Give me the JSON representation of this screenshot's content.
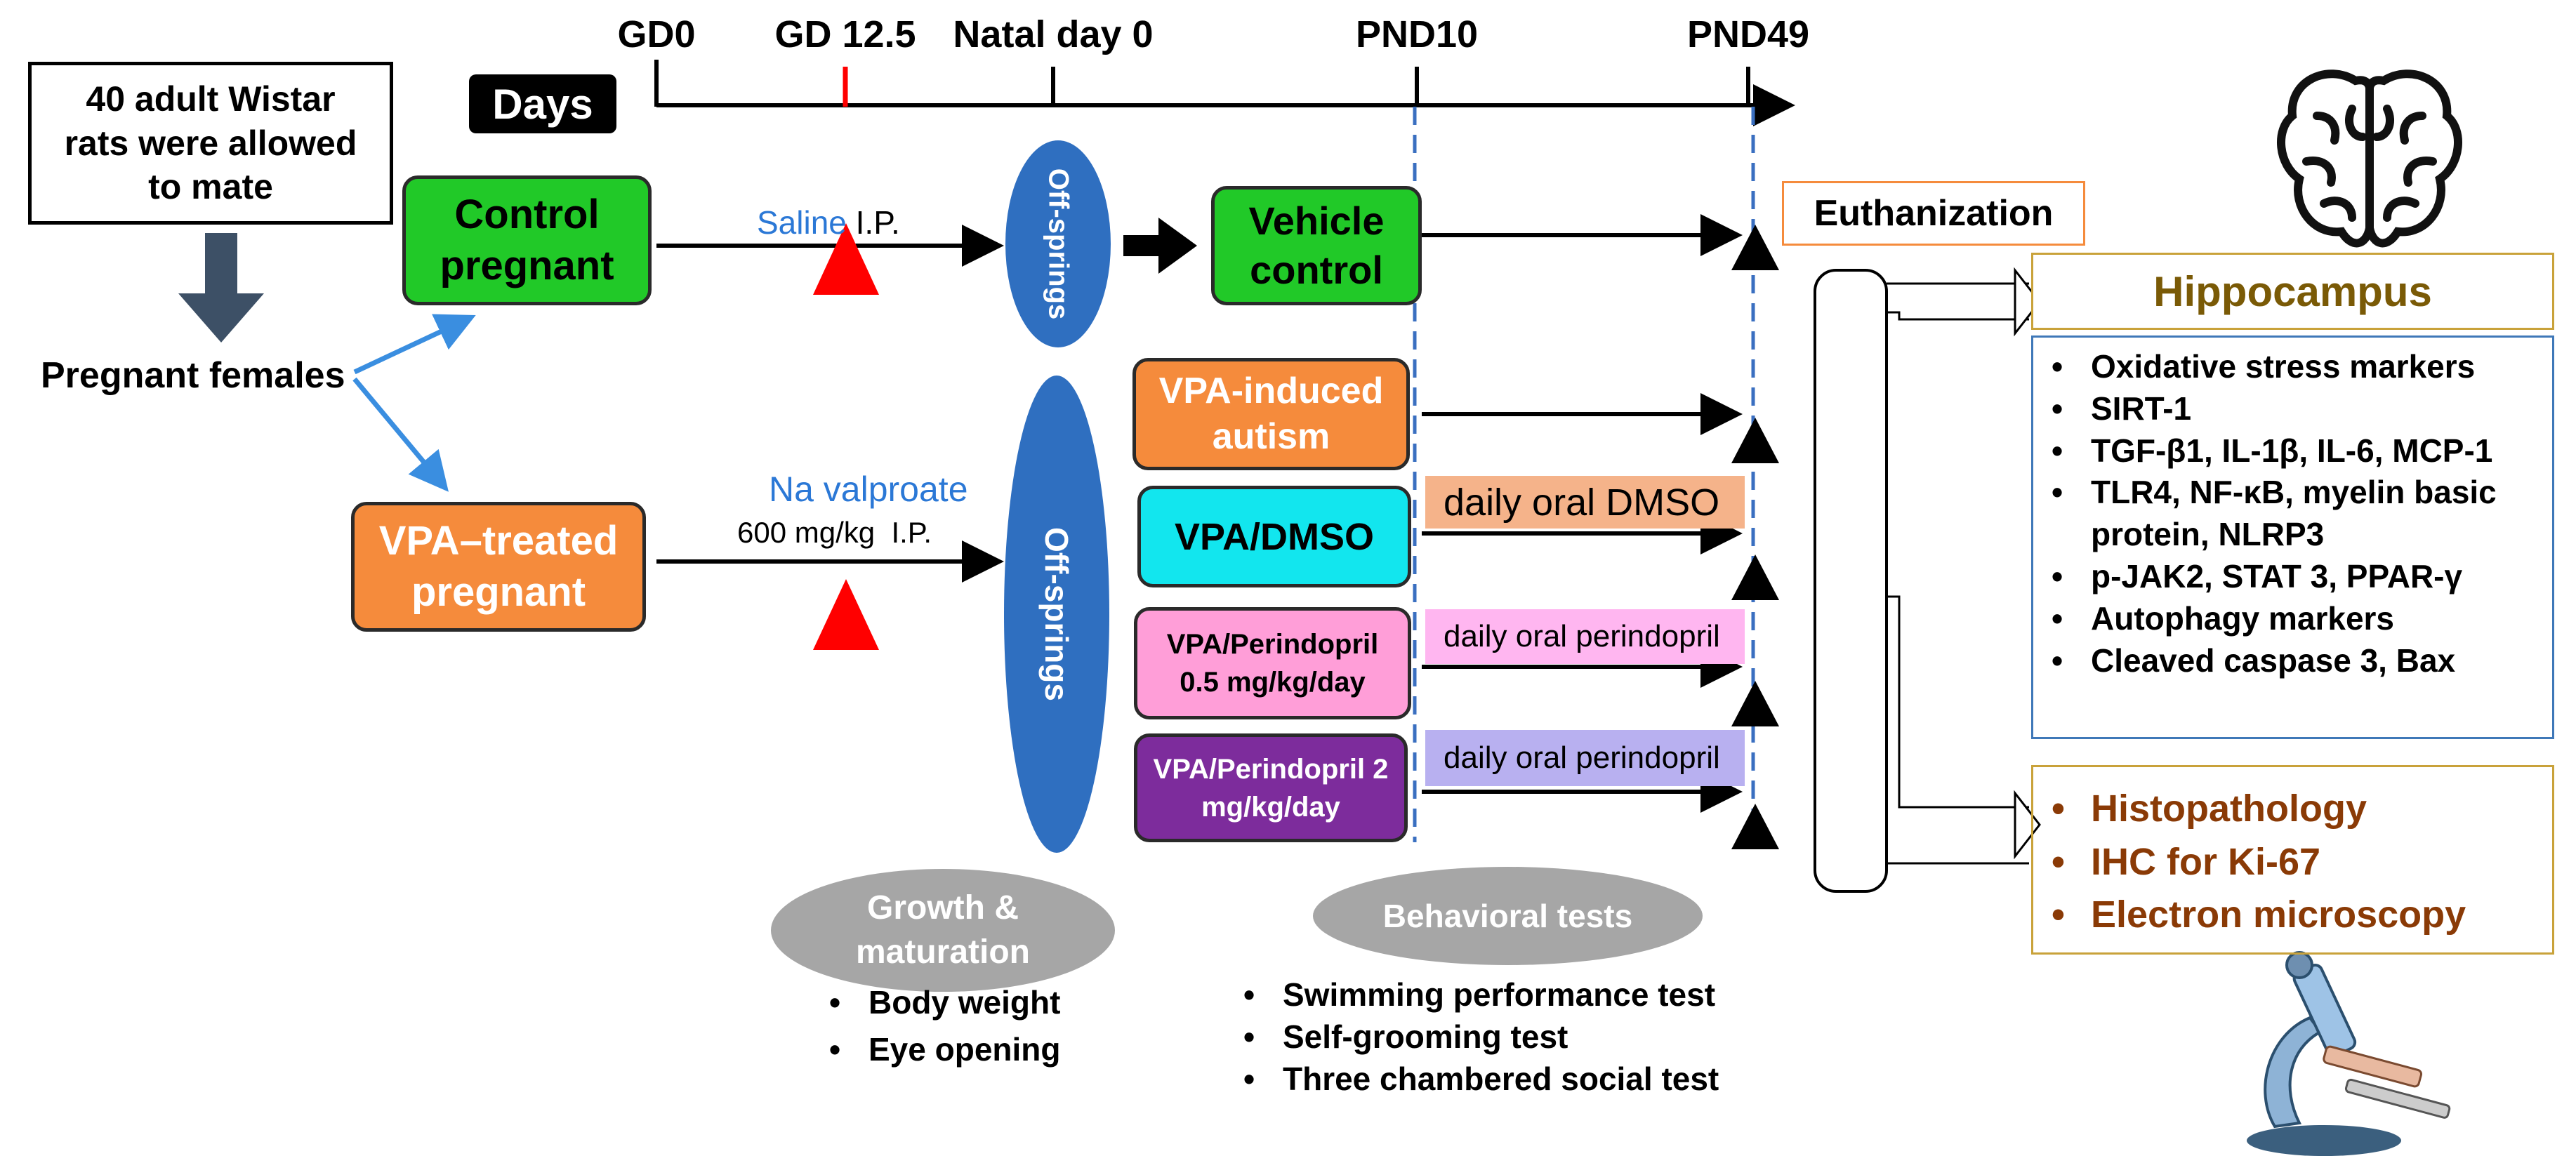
{
  "timeline": {
    "days_label": "Days",
    "ticks": [
      "GD0",
      "GD 12.5",
      "Natal day 0",
      "PND10",
      "PND49"
    ]
  },
  "start_box": "40 adult Wistar rats were allowed to mate",
  "pregnant_label": "Pregnant females",
  "control_pregnant": "Control pregnant",
  "vpa_pregnant": "VPA–treated pregnant",
  "saline": {
    "name": "Saline",
    "route": "I.P."
  },
  "valproate": {
    "name": "Na valproate",
    "dose": "600 mg/kg  I.P."
  },
  "offsprings_top": "Off-springs",
  "offsprings_bottom": "Off-springs",
  "groups": {
    "vehicle": "Vehicle control",
    "autism": "VPA-induced autism",
    "dmso": "VPA/DMSO",
    "peri_low": "VPA/Perindopril 0.5 mg/kg/day",
    "peri_high": "VPA/Perindopril 2 mg/kg/day"
  },
  "treatments": {
    "dmso": "daily oral DMSO",
    "peri_low": "daily oral perindopril",
    "peri_high": "daily oral perindopril"
  },
  "growth": {
    "title": "Growth & maturation",
    "items": [
      "Body weight",
      "Eye opening"
    ]
  },
  "behavior": {
    "title": "Behavioral tests",
    "items": [
      "Swimming performance test",
      "Self-grooming test",
      "Three chambered social test"
    ]
  },
  "euthanization": "Euthanization",
  "hippocampus": {
    "title": "Hippocampus",
    "items": [
      "Oxidative stress markers",
      "SIRT-1",
      "TGF-β1, IL-1β, IL-6, MCP-1",
      "TLR4, NF-κB, myelin basic protein, NLRP3",
      "p-JAK2, STAT 3, PPAR-γ",
      "Autophagy markers",
      "Cleaved caspase 3, Bax"
    ]
  },
  "histology": {
    "items": [
      "Histopathology",
      "IHC for Ki-67",
      "Electron microscopy"
    ]
  },
  "colors": {
    "green": "#21c928",
    "orange": "#f58b3c",
    "cyan": "#12e6ee",
    "pink": "#ff9ed8",
    "purple": "#7d2c9c",
    "blue_ellipse": "#2f6fc0",
    "arrow_blue": "#3a8ee0",
    "red_triangle": "#ff0000",
    "hippocampus_text": "#7a5a06",
    "histology_text": "#8a3a06",
    "lavender": "#b8b0f0",
    "dmso_bar": "#f5b38a",
    "pink_bar": "#ffb6f0"
  }
}
